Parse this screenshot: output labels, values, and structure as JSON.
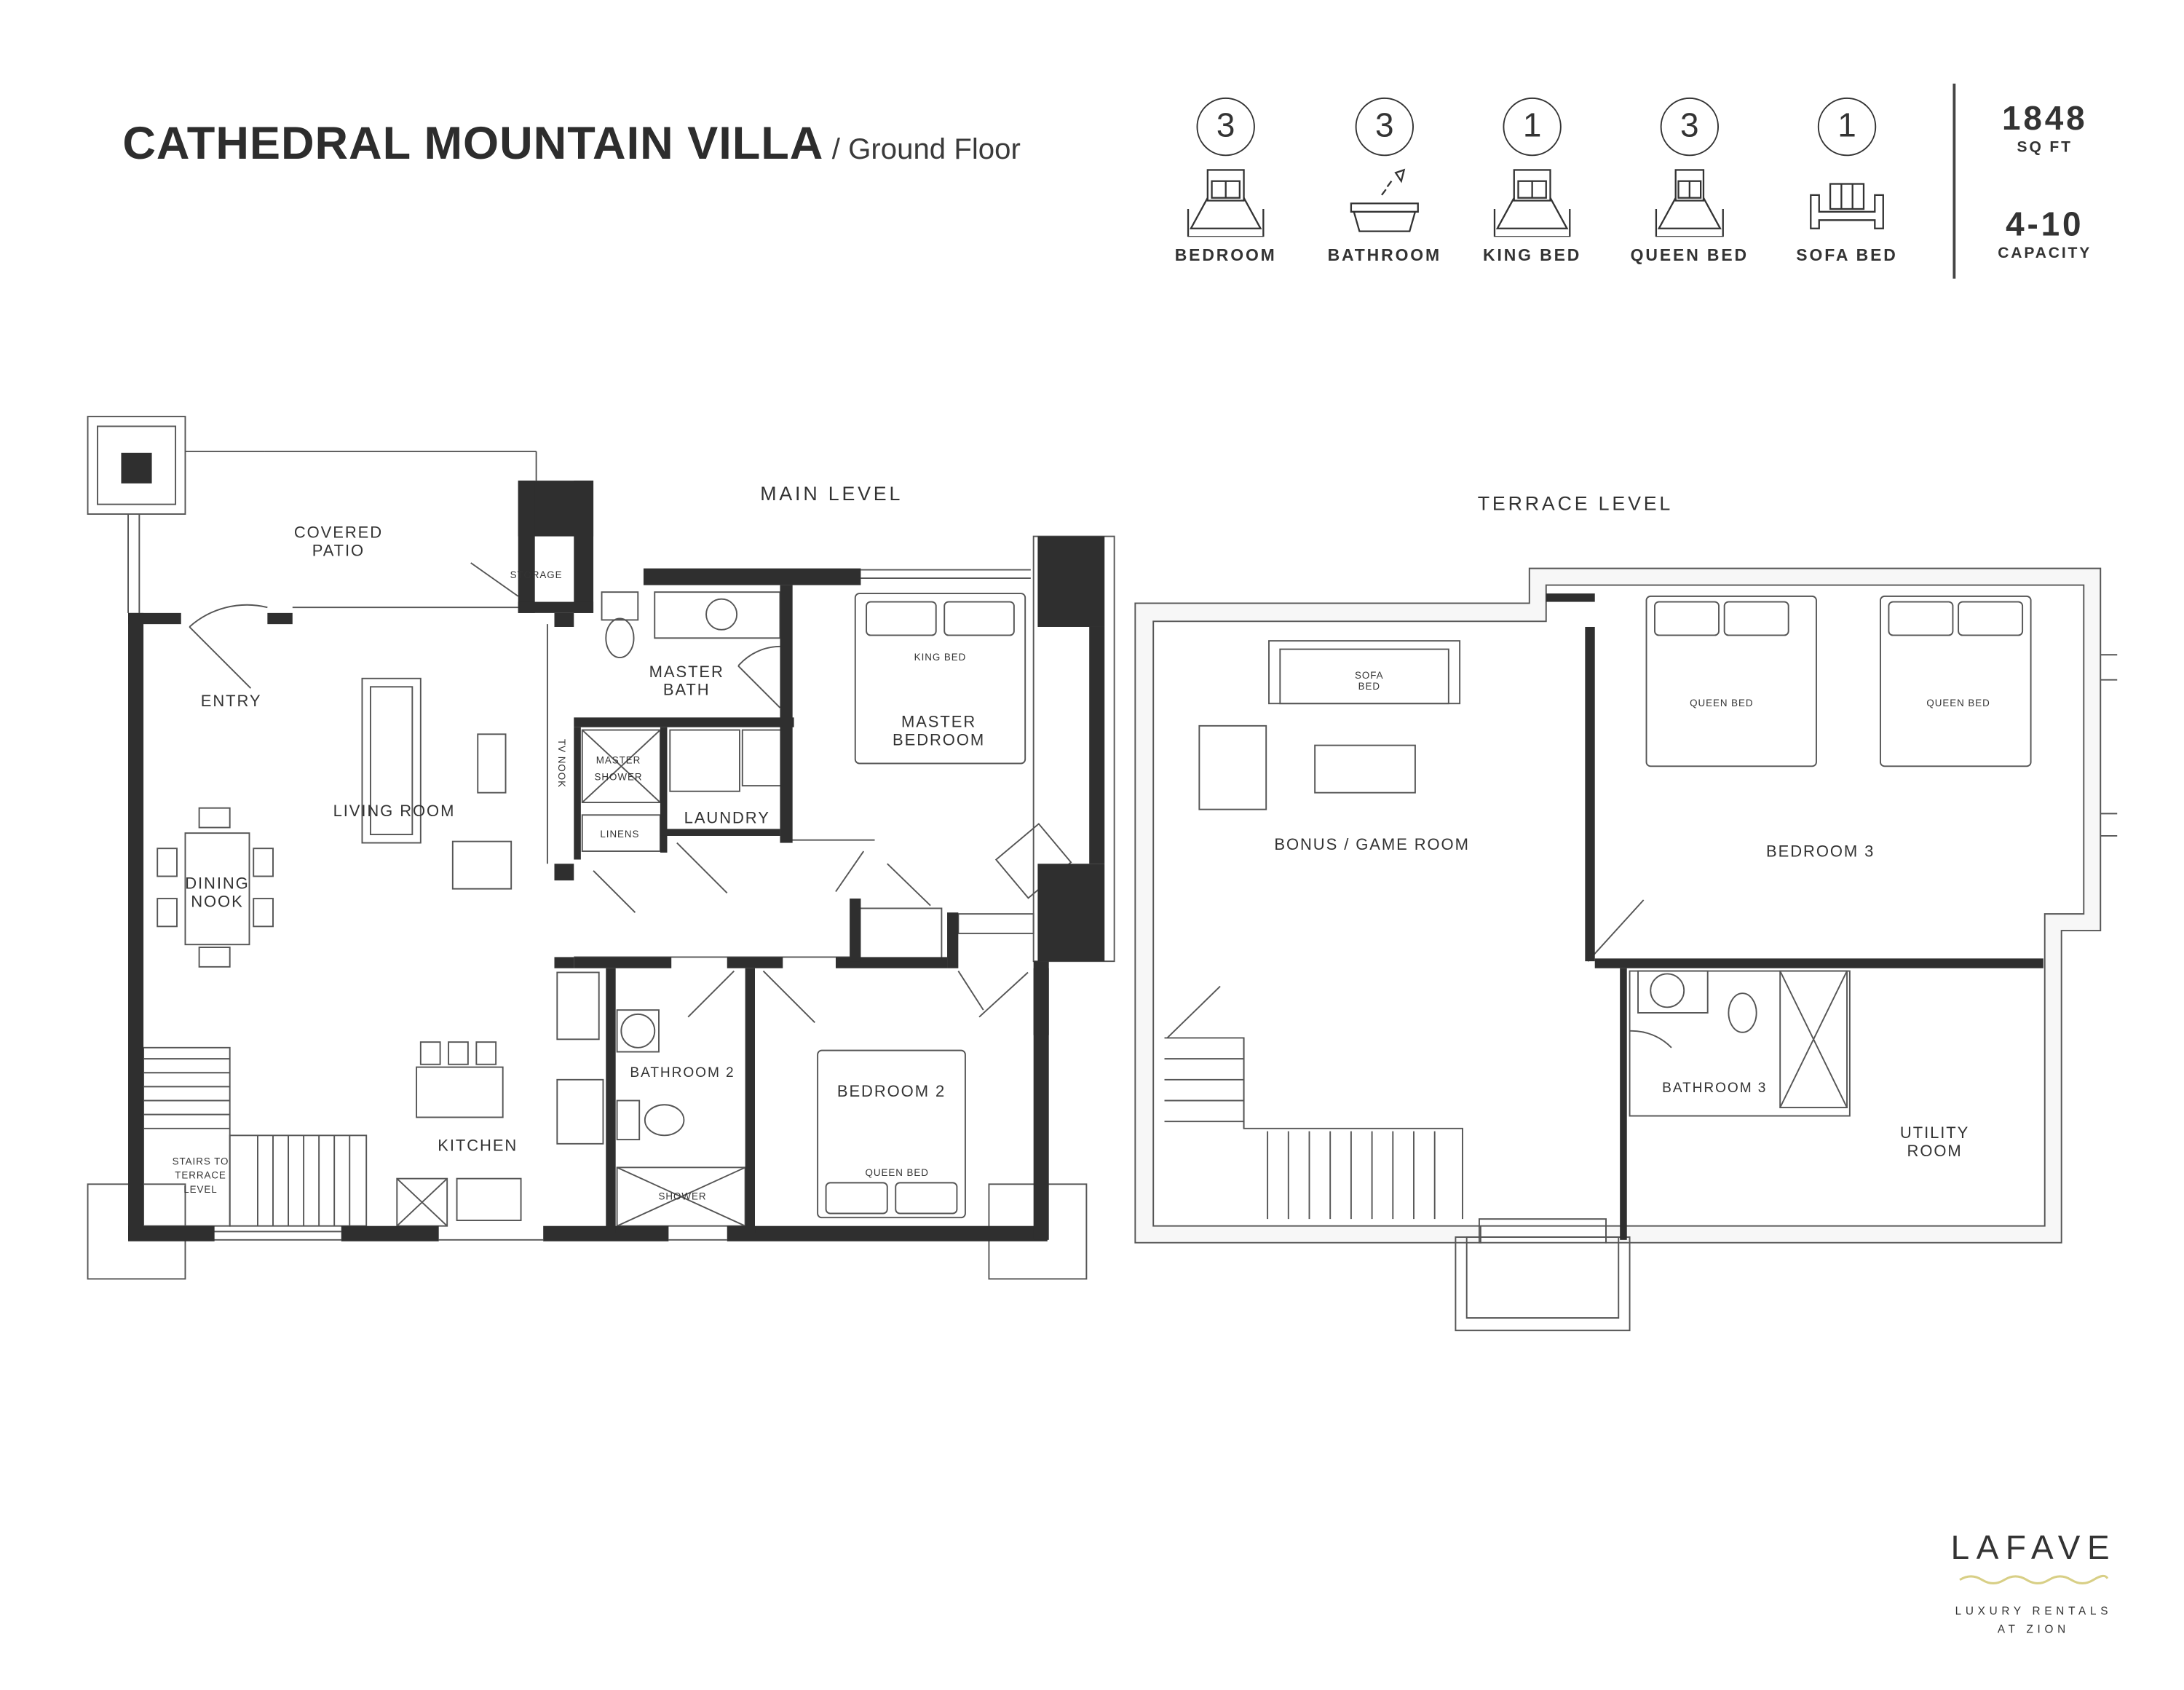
{
  "header": {
    "title": "CATHEDRAL MOUNTAIN VILLA",
    "subtitle": "/ Ground Floor"
  },
  "stats": [
    {
      "count": "3",
      "label": "BEDROOM",
      "icon": "bed-icon"
    },
    {
      "count": "3",
      "label": "BATHROOM",
      "icon": "bathtub-icon"
    },
    {
      "count": "1",
      "label": "KING BED",
      "icon": "bed-icon"
    },
    {
      "count": "3",
      "label": "QUEEN BED",
      "icon": "bed-icon"
    },
    {
      "count": "1",
      "label": "SOFA BED",
      "icon": "sofa-icon"
    }
  ],
  "area": {
    "value": "1848",
    "unit": "SQ FT"
  },
  "capacity": {
    "value": "4-10",
    "label": "CAPACITY"
  },
  "main_level": {
    "title": "MAIN LEVEL",
    "rooms": {
      "covered_patio": [
        "COVERED",
        "PATIO"
      ],
      "storage": "STORAGE",
      "entry": "ENTRY",
      "living_room": "LIVING ROOM",
      "dining_nook": [
        "DINING",
        "NOOK"
      ],
      "tv_nook": "TV NOOK",
      "master_bath": [
        "MASTER",
        "BATH"
      ],
      "king_bed": "KING BED",
      "master_bedroom": [
        "MASTER",
        "BEDROOM"
      ],
      "master_shower": [
        "MASTER",
        "SHOWER"
      ],
      "laundry": "LAUNDRY",
      "linens": "LINENS",
      "bathroom_2": "BATHROOM 2",
      "shower": "SHOWER",
      "bedroom_2": "BEDROOM 2",
      "queen_bed": "QUEEN BED",
      "kitchen": "KITCHEN",
      "stairs": [
        "STAIRS TO",
        "TERRACE",
        "LEVEL"
      ]
    }
  },
  "terrace_level": {
    "title": "TERRACE LEVEL",
    "rooms": {
      "sofa_bed": [
        "SOFA",
        "BED"
      ],
      "bonus_game_room": "BONUS / GAME ROOM",
      "queen_bed_1": "QUEEN BED",
      "queen_bed_2": "QUEEN BED",
      "bedroom_3": "BEDROOM 3",
      "bathroom_3": "BATHROOM 3",
      "utility_room": [
        "UTILITY",
        "ROOM"
      ]
    }
  },
  "logo": {
    "name": "LAFAVE",
    "tagline_1": "LUXURY RENTALS",
    "tagline_2": "AT ZION",
    "wave_color": "#d8cf86"
  },
  "colors": {
    "wall": "#2f2f2f",
    "text": "#333333"
  }
}
